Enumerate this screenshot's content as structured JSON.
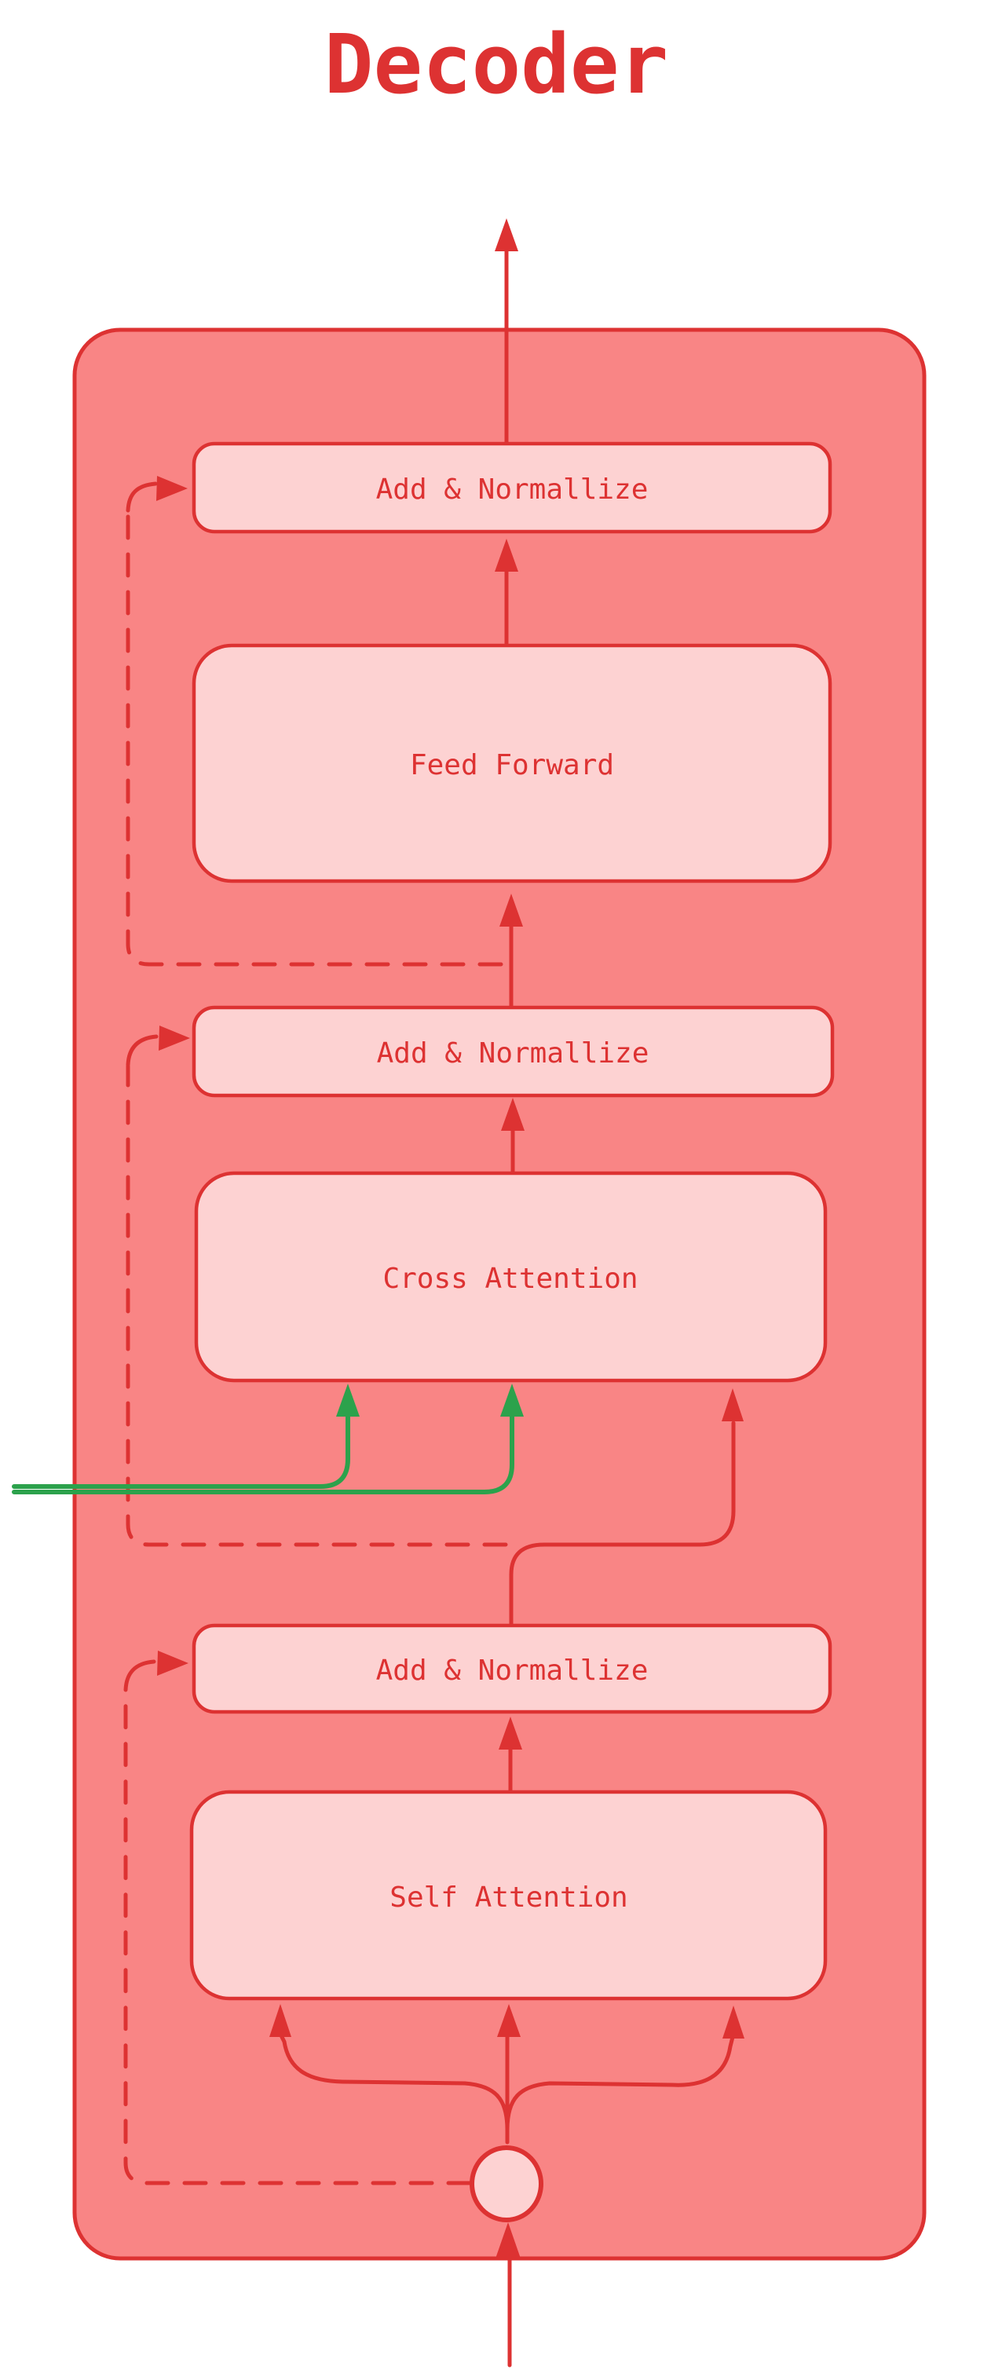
{
  "title": "Decoder",
  "colors": {
    "red": "#dd3232",
    "salmon": "#f98585",
    "pink": "#fdd2d2",
    "green": "#2ca24c",
    "canvas": "#ffffff"
  },
  "container": {
    "name": "decoder-block"
  },
  "nodes": [
    {
      "id": "add-norm-top",
      "label": "Add & Normallize"
    },
    {
      "id": "feed-forward",
      "label": "Feed Forward"
    },
    {
      "id": "add-norm-middle",
      "label": "Add & Normallize"
    },
    {
      "id": "cross-attention",
      "label": "Cross Attention"
    },
    {
      "id": "add-norm-bottom",
      "label": "Add & Normallize"
    },
    {
      "id": "self-attention",
      "label": "Self Attention"
    },
    {
      "id": "merge-circle",
      "label": ""
    }
  ],
  "edges": [
    {
      "from": "bottom-input",
      "to": "merge-circle",
      "style": "solid",
      "color": "red"
    },
    {
      "from": "merge-circle",
      "to": "self-attention",
      "style": "solid",
      "color": "red",
      "branches": 3
    },
    {
      "from": "merge-circle",
      "to": "add-norm-bottom",
      "style": "dashed",
      "color": "red"
    },
    {
      "from": "self-attention",
      "to": "add-norm-bottom",
      "style": "solid",
      "color": "red"
    },
    {
      "from": "add-norm-bottom",
      "to": "cross-attention",
      "style": "solid",
      "color": "red"
    },
    {
      "from": "add-norm-bottom",
      "to": "add-norm-middle",
      "style": "dashed",
      "color": "red"
    },
    {
      "from": "external-left",
      "to": "cross-attention",
      "style": "solid",
      "color": "green",
      "branches": 2
    },
    {
      "from": "cross-attention",
      "to": "add-norm-middle",
      "style": "solid",
      "color": "red"
    },
    {
      "from": "add-norm-middle",
      "to": "feed-forward",
      "style": "solid",
      "color": "red"
    },
    {
      "from": "add-norm-middle",
      "to": "add-norm-top",
      "style": "dashed",
      "color": "red"
    },
    {
      "from": "feed-forward",
      "to": "add-norm-top",
      "style": "solid",
      "color": "red"
    },
    {
      "from": "add-norm-top",
      "to": "top-output",
      "style": "solid",
      "color": "red"
    }
  ]
}
